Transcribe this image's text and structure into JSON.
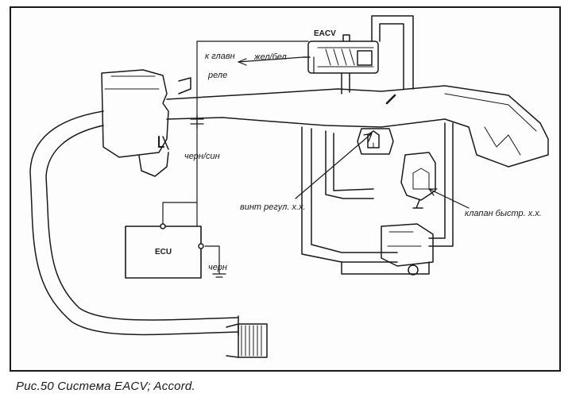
{
  "labels": {
    "eacv": "EACV",
    "to_main_relay_1": "к главн",
    "to_main_relay_2": "реле",
    "wire_yellow_blue": "жел/бел",
    "wire_black_blue": "черн/син",
    "idle_screw": "винт регул. х.х.",
    "fast_idle_valve": "клапан быстр. х.х.",
    "ecu": "ECU",
    "ground_wire": "черн"
  },
  "caption": "Рис.50 Система EACV; Accord."
}
